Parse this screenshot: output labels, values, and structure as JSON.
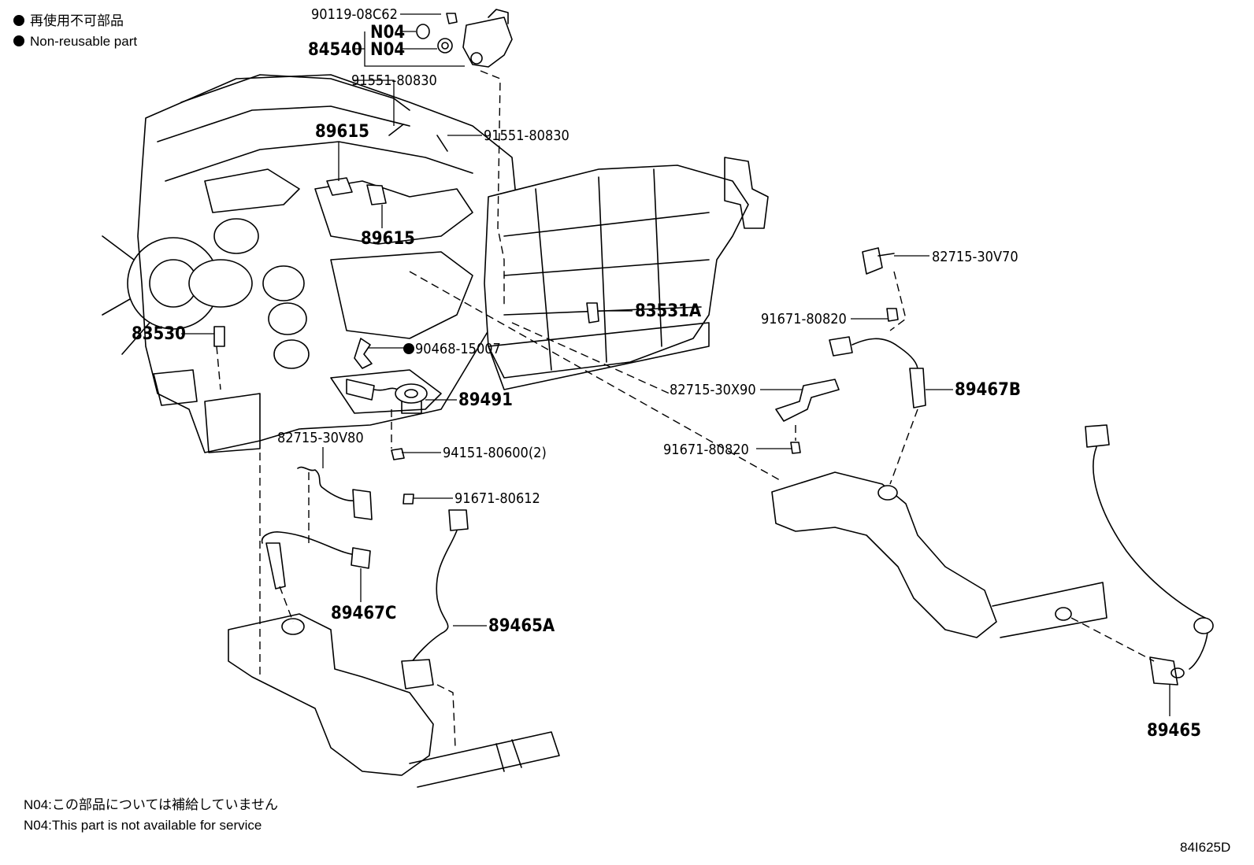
{
  "legend": {
    "marker_jp": "再使用不可部品",
    "marker_en": "Non-reusable part"
  },
  "parts": {
    "p_90119_08C62": "90119-08C62",
    "p_N04_a": "N04",
    "p_N04_b": "N04",
    "p_84540": "84540",
    "p_91551_80830_a": "91551-80830",
    "p_91551_80830_b": "91551-80830",
    "p_89615_a": "89615",
    "p_89615_b": "89615",
    "p_82715_30V70": "82715-30V70",
    "p_91671_80820_a": "91671-80820",
    "p_83531A": "83531A",
    "p_83530": "83530",
    "p_90468_15007": "90468-15007",
    "p_89491": "89491",
    "p_82715_30X90": "82715-30X90",
    "p_89467B": "89467B",
    "p_82715_30V80": "82715-30V80",
    "p_94151_80600": "94151-80600(2)",
    "p_91671_80820_b": "91671-80820",
    "p_91671_80612": "91671-80612",
    "p_89467C": "89467C",
    "p_89465A": "89465A",
    "p_89465": "89465"
  },
  "notes": {
    "n04_jp": "N04:この部品については補給していません",
    "n04_en": "N04:This part is not available for service"
  },
  "figure_id": "84I625D"
}
